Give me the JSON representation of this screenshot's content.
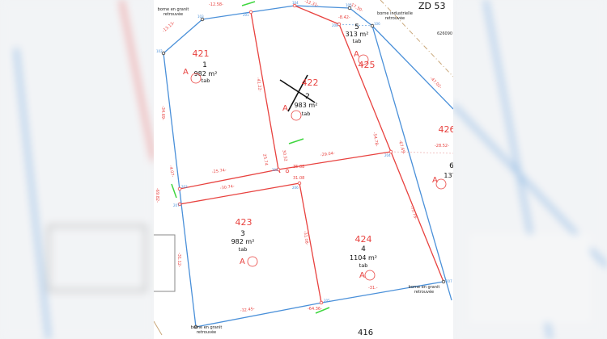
{
  "section": "ZD 53",
  "coordinate_label": "626090",
  "parcels": [
    {
      "number": "421",
      "lot": "1",
      "area": "982 m²",
      "usage": "tab",
      "marker": "A"
    },
    {
      "number": "422",
      "lot": "2",
      "area": "983 m²",
      "usage": "tab",
      "marker": "A"
    },
    {
      "number": "423",
      "lot": "3",
      "area": "982 m²",
      "usage": "tab",
      "marker": "A"
    },
    {
      "number": "424",
      "lot": "4",
      "area": "1104 m²",
      "usage": "tab",
      "marker": "A"
    },
    {
      "number": "425",
      "lot": "5",
      "area": "313 m²",
      "usage": "tab",
      "marker": "A"
    },
    {
      "number": "426",
      "lot": "6",
      "area": "137",
      "usage": "",
      "marker": "A"
    }
  ],
  "neighbor_parcel": "416",
  "notes": {
    "granite_top_1": "borne en granit",
    "granite_top_2": "retrouvée",
    "industrial_1": "borne industrielle",
    "industrial_2": "retrouvée",
    "granite_bottom_1": "borne en granit",
    "granite_bottom_2": "retrouvée",
    "granite_right_1": "borne en granit",
    "granite_right_2": "retrouvée"
  },
  "dimensions": [
    "-12.58-",
    "-13.13-",
    "-12.31-",
    "-17.30-",
    "-8.42-",
    "-34.69-",
    "-41.22-",
    "-47.02-",
    "-54.78-",
    "-67.69-",
    "-28.52-",
    "-29.04-",
    "25.74",
    "30.52",
    "35.08",
    "-25.74-",
    "-30.74-",
    "31.08",
    "-31.08-",
    "-69.82-",
    "-4.07-",
    "-31.12-",
    "-32.45-",
    "-64.36-",
    "-31.-",
    "-75.78-"
  ],
  "points": [
    "102",
    "103",
    "201",
    "104",
    "105",
    "106",
    "208",
    "204",
    "202",
    "203",
    "207",
    "206",
    "205",
    "207"
  ],
  "colors": {
    "boundary_existing": "#4a90d9",
    "boundary_new": "#e8423f",
    "marker_green": "#3fd63f"
  }
}
